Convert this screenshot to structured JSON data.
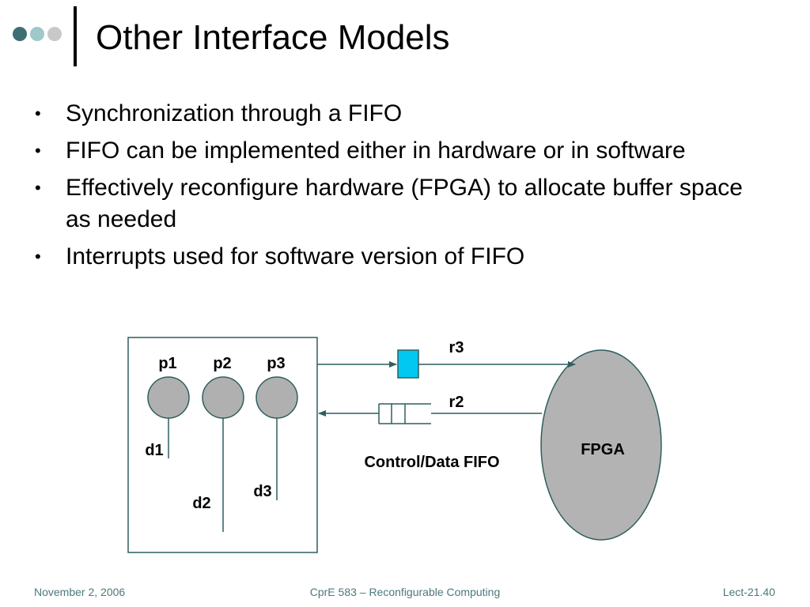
{
  "slide": {
    "title": "Other Interface Models",
    "bullets": [
      "Synchronization through a FIFO",
      "FIFO can be implemented either in hardware or in software",
      "Effectively reconfigure hardware (FPGA) to allocate buffer space as needed",
      "Interrupts used for software version of FIFO"
    ]
  },
  "diagram": {
    "processes": [
      "p1",
      "p2",
      "p3"
    ],
    "data_lines": [
      "d1",
      "d2",
      "d3"
    ],
    "register_r3": "r3",
    "register_r2": "r2",
    "fifo_label": "Control/Data FIFO",
    "fpga_label": "FPGA"
  },
  "footer": {
    "date": "November 2, 2006",
    "course": "CprE 583 – Reconfigurable Computing",
    "lecture": "Lect-21.40"
  },
  "colors": {
    "dot_dark": "#3d6f72",
    "dot_light": "#9fc8cb",
    "dot_gray": "#c8c8c8",
    "line_teal": "#2f5f5f",
    "circle_fill": "#b0b0b0",
    "fpga_fill": "#b3b3b3",
    "register_fill": "#00c8f0",
    "footer_text": "#4a7a7c"
  }
}
